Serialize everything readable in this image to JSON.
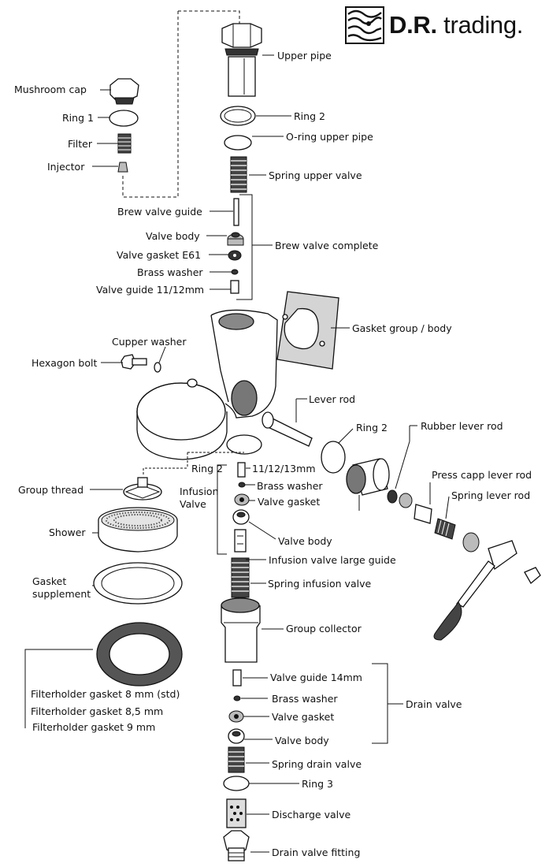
{
  "brand": {
    "name_bold": "D.R.",
    "name_rest": " trading."
  },
  "labels": {
    "upper_pipe": "Upper pipe",
    "mushroom_cap": "Mushroom cap",
    "ring1": "Ring 1",
    "ring2_top": "Ring 2",
    "filter": "Filter",
    "oring_upper_pipe": "O-ring upper pipe",
    "injector": "Injector",
    "spring_upper_valve": "Spring upper valve",
    "brew_valve_guide": "Brew valve guide",
    "valve_body_top": "Valve body",
    "brew_valve_complete": "Brew valve complete",
    "valve_gasket_e61": "Valve gasket E61",
    "brass_washer_top": "Brass washer",
    "valve_guide_1112": "Valve guide 11/12mm",
    "gasket_group_body": "Gasket group / body",
    "cupper_washer": "Cupper washer",
    "hexagon_bolt": "Hexagon bolt",
    "lever_rod": "Lever rod",
    "ring2_lever": "Ring 2",
    "rubber_lever_rod": "Rubber lever rod",
    "ring2_group": "Ring 2",
    "size_111213": "11/12/13mm",
    "press_capp_lever_rod": "Press capp lever rod",
    "brass_washer_inf": "Brass washer",
    "infusion_valve": "Infusion\nValve",
    "group_thread": "Group thread",
    "valve_gasket_inf": "Valve gasket",
    "spring_lever_rod": "Spring lever rod",
    "shower": "Shower",
    "valve_body_inf": "Valve body",
    "infusion_valve_large_guide": "Infusion valve large guide",
    "gasket_supplement": "Gasket\nsupplement",
    "spring_infusion_valve": "Spring infusion valve",
    "group_collector": "Group collector",
    "valve_guide_14": "Valve guide 14mm",
    "filterholder_8": "Filterholder gasket 8 mm (std)",
    "brass_washer_drain": "Brass washer",
    "drain_valve": "Drain valve",
    "filterholder_85": "Filterholder gasket 8,5 mm",
    "valve_gasket_drain": "Valve gasket",
    "filterholder_9": "Filterholder gasket 9 mm",
    "valve_body_drain": "Valve body",
    "spring_drain_valve": "Spring drain valve",
    "ring3": "Ring 3",
    "discharge_valve": "Discharge valve",
    "drain_valve_fitting": "Drain valve fitting"
  }
}
